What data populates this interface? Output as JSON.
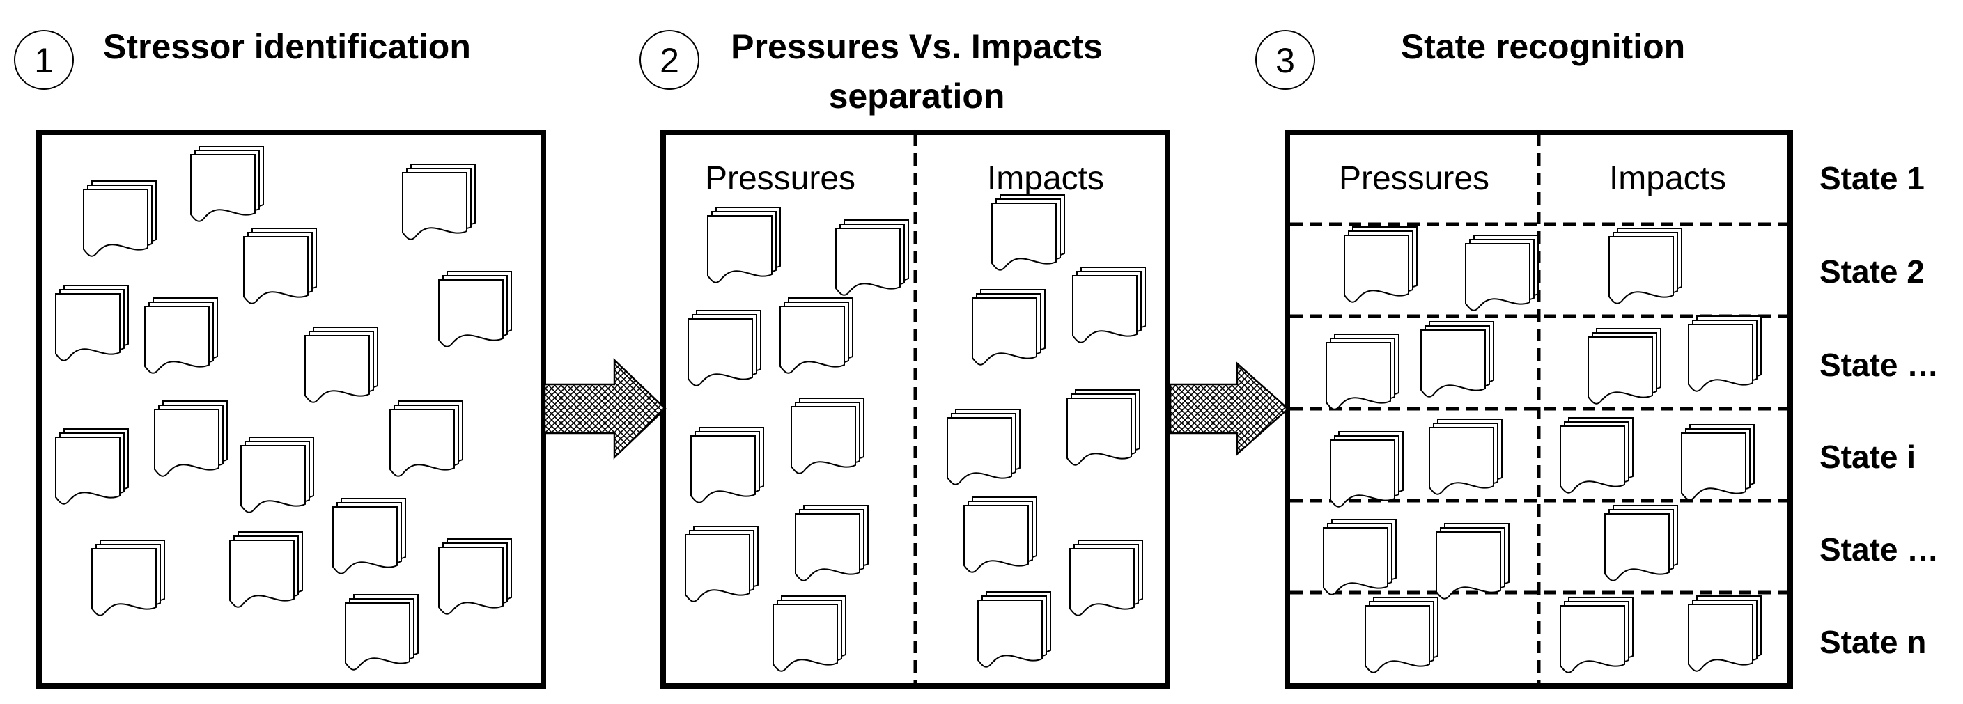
{
  "steps": [
    {
      "number": "1",
      "title_lines": [
        "Stressor identification"
      ]
    },
    {
      "number": "2",
      "title_lines": [
        "Pressures Vs. Impacts",
        "separation"
      ]
    },
    {
      "number": "3",
      "title_lines": [
        "State recognition"
      ]
    }
  ],
  "panel2": {
    "left_label": "Pressures",
    "right_label": "Impacts"
  },
  "panel3": {
    "left_label": "Pressures",
    "right_label": "Impacts"
  },
  "states": [
    "State 1",
    "State 2",
    "State …",
    "State i",
    "State …",
    "State n"
  ],
  "icons": {
    "document_stack": "document-stack-icon",
    "arrow": "hatched-right-arrow"
  },
  "colors": {
    "stroke": "#000000",
    "background": "#ffffff"
  }
}
